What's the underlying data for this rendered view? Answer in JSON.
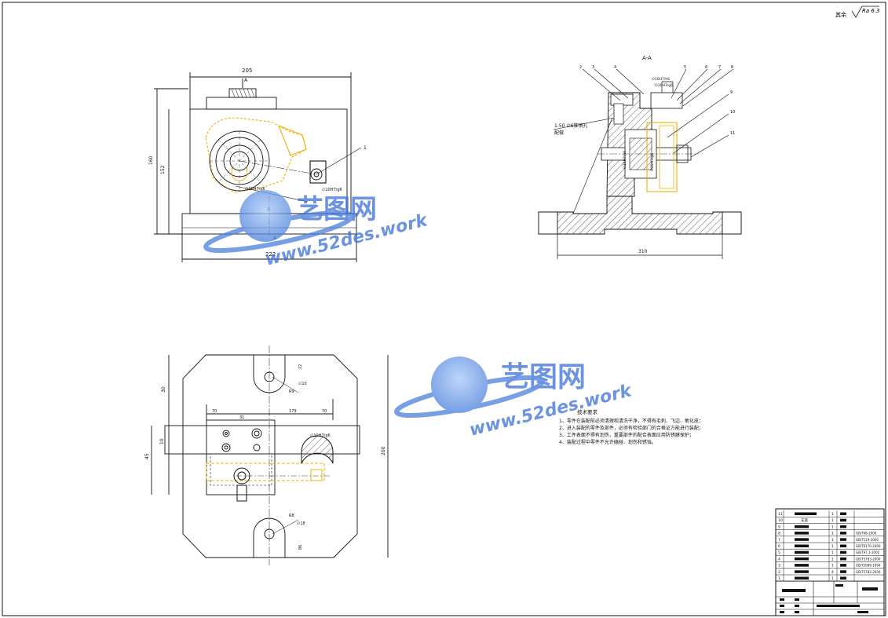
{
  "roughness": {
    "prefix": "其余",
    "value": "Ra 6.3"
  },
  "section_title": "A-A",
  "section_mark": "A",
  "front_view": {
    "dims": {
      "top_width": "205",
      "base_width": "222",
      "height_left": "160",
      "height_inner": "152"
    },
    "tolerance_1": "∅10H7/g6",
    "tolerance_2": "∅10H7/g6",
    "balloon_1": "1"
  },
  "section_view": {
    "dims": {
      "base_width": "310"
    },
    "balloons": [
      "2",
      "3",
      "4",
      "5",
      "6",
      "7",
      "8",
      "9",
      "10",
      "11"
    ],
    "tolerances": [
      "∅10H7/h6",
      "∅20H7/g6",
      "∅10H7/n6",
      "∅20H7/g6"
    ],
    "note_1": "1:50 ∅6锥销孔",
    "note_2": "配做"
  },
  "top_view": {
    "dims": {
      "d1": "30",
      "d2": "70",
      "d3": "31",
      "d4": "179",
      "d5": "86",
      "d6": "45",
      "d7": "200",
      "d8": "10",
      "d9": "R9",
      "d10": "∅10",
      "d11": "R8",
      "d12": "∅18",
      "d13": "22",
      "d14": "70"
    },
    "tolerance": "∅10H7/g6"
  },
  "watermark": {
    "brand": "艺图网",
    "url": "www.52des.work"
  },
  "tech_requirements": {
    "title": "技术要求",
    "items": [
      "1、零件在装配前必须清理和清洗干净，不得有毛刺、飞边、氧化皮；",
      "2、进入装配的零件及部件，必须有检验部门的合格证方能进行装配；",
      "3、工件表面不得有划伤，重要部件的配合表面应用防锈膜保护；",
      "4、装配过程中零件不允许磕碰、划伤和锈蚀。"
    ]
  },
  "parts_list": {
    "rows": [
      {
        "no": "11",
        "qty": "1",
        "std": ""
      },
      {
        "no": "10",
        "name": "支座",
        "qty": "1",
        "std": ""
      },
      {
        "no": "9",
        "qty": "1",
        "std": ""
      },
      {
        "no": "8",
        "qty": "1",
        "std": "GB/T68-2000"
      },
      {
        "no": "7",
        "qty": "1",
        "std": "GB/T119-2000"
      },
      {
        "no": "6",
        "qty": "1",
        "std": "GB/T6170-2000"
      },
      {
        "no": "5",
        "qty": "1",
        "std": "GB/T97.1-2002"
      },
      {
        "no": "4",
        "qty": "1",
        "std": "GB/T5783-2000"
      },
      {
        "no": "3",
        "qty": "1",
        "std": "GB/T2089-1994"
      },
      {
        "no": "2",
        "qty": "4",
        "std": "GB/T5782-2000"
      },
      {
        "no": "1",
        "qty": "1",
        "std": ""
      }
    ]
  },
  "colors": {
    "line": "#111111",
    "yellow": "#f0b000",
    "watermark": "#3a6fd8"
  }
}
